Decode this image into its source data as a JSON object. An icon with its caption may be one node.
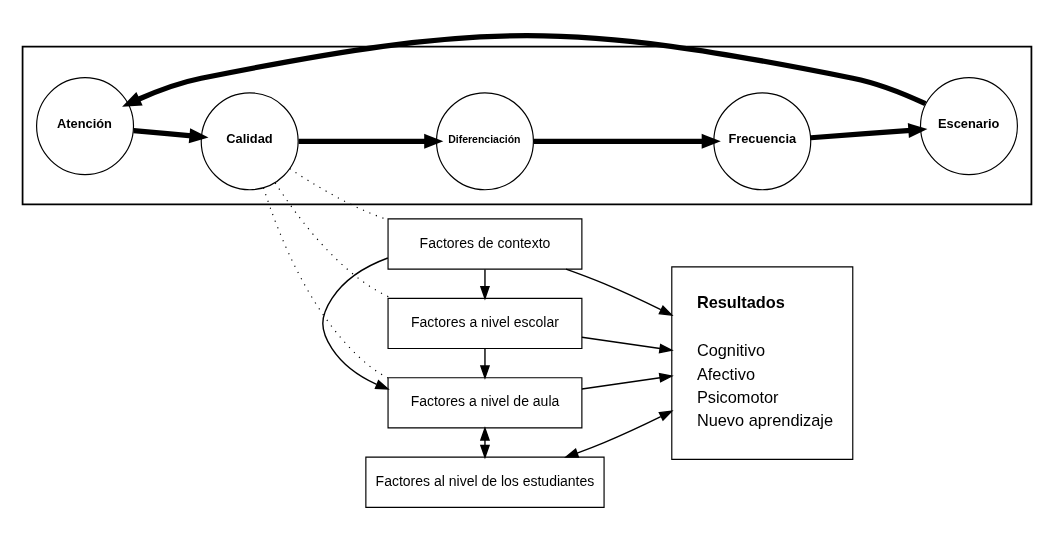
{
  "diagram": {
    "nodes": [
      {
        "text": [],
        "shape": "box"
      },
      {
        "text": [
          "Atención"
        ],
        "in": 0
      },
      {
        "text": [
          "Escenario"
        ],
        "in": 0
      },
      {
        "text": [
          "Calidad"
        ],
        "in": 0
      },
      {
        "text": [
          "Frecuencia"
        ],
        "in": 0
      },
      {
        "text": [
          "Diferenciación"
        ],
        "in": 0
      },
      {
        "text": [
          "Factores de contexto"
        ]
      },
      {
        "text": [
          "Factores a nivel escolar"
        ]
      },
      {
        "text": [
          "Factores a nivel de aula"
        ]
      },
      {
        "text": [
          "Factores al nivel de los estudiantes"
        ]
      },
      {
        "text": [
          "Resultados",
          "Cognitivo",
          "Afectivo",
          "Psicomotor",
          "Nuevo aprendizaje"
        ]
      }
    ],
    "edges": [
      {
        "from": 2,
        "to": 1,
        "arrow": "to",
        "style": "thick"
      },
      {
        "from": 1,
        "to": 3,
        "arrow": "to",
        "style": "thick"
      },
      {
        "from": 3,
        "to": 5,
        "arrow": "to",
        "style": "thick"
      },
      {
        "from": 5,
        "to": 4,
        "arrow": "to",
        "style": "thick"
      },
      {
        "from": 4,
        "to": 2,
        "arrow": "to",
        "style": "thick"
      },
      {
        "from": 3,
        "to": 6,
        "arrow": "none",
        "style": "dashed"
      },
      {
        "from": 3,
        "to": 7,
        "arrow": "none",
        "style": "dashed"
      },
      {
        "from": 3,
        "to": 8,
        "arrow": "none",
        "style": "dashed"
      },
      {
        "from": 6,
        "to": 7,
        "arrow": "to"
      },
      {
        "from": 7,
        "to": 8,
        "arrow": "to"
      },
      {
        "from": 6,
        "to": 8,
        "arrow": "to"
      },
      {
        "from": 8,
        "to": 9,
        "arrow": "both"
      },
      {
        "from": 6,
        "to": 10,
        "arrow": "to"
      },
      {
        "from": 7,
        "to": 10,
        "arrow": "to"
      },
      {
        "from": 8,
        "to": 10,
        "arrow": "to"
      },
      {
        "from": 9,
        "to": 10,
        "arrow": "both"
      }
    ]
  }
}
